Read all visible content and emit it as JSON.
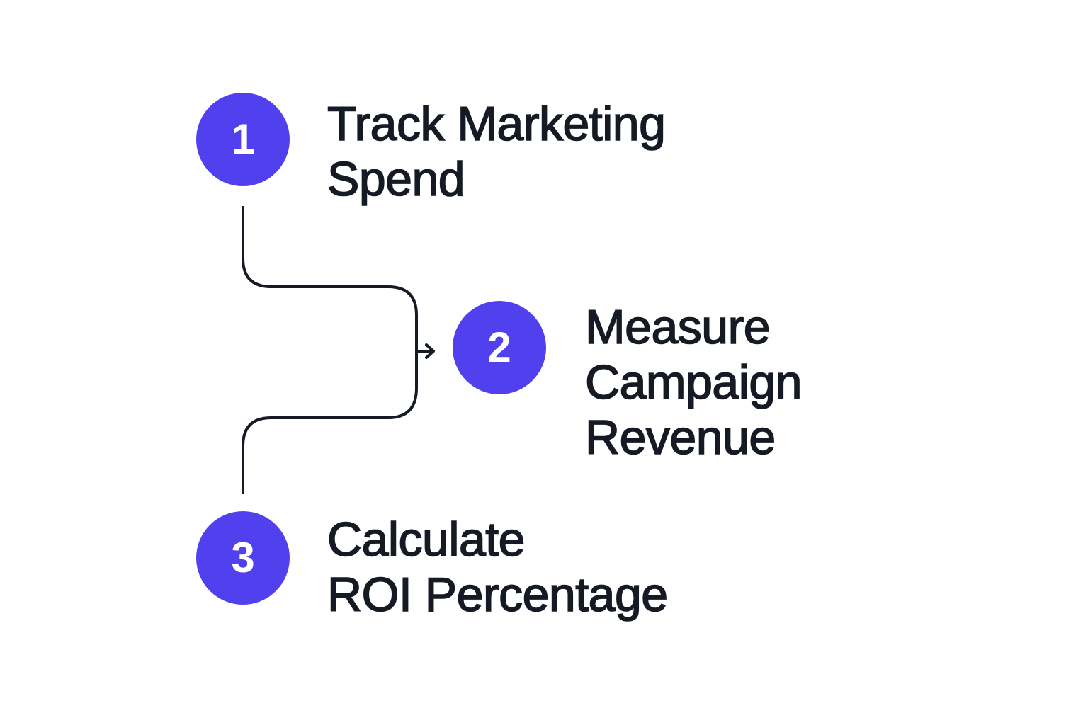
{
  "colors": {
    "accent": "#5140ee",
    "text": "#151a24",
    "connector": "#151a24",
    "background": "#ffffff"
  },
  "steps": [
    {
      "number": "1",
      "label_lines": [
        "Track Marketing",
        "Spend"
      ]
    },
    {
      "number": "2",
      "label_lines": [
        "Measure",
        "Campaign",
        "Revenue"
      ]
    },
    {
      "number": "3",
      "label_lines": [
        "Calculate",
        "ROI Percentage"
      ]
    }
  ],
  "connectors": [
    {
      "from": "1",
      "to": "2",
      "arrowhead": true
    },
    {
      "from": "3",
      "to": "2",
      "arrowhead": false
    }
  ]
}
